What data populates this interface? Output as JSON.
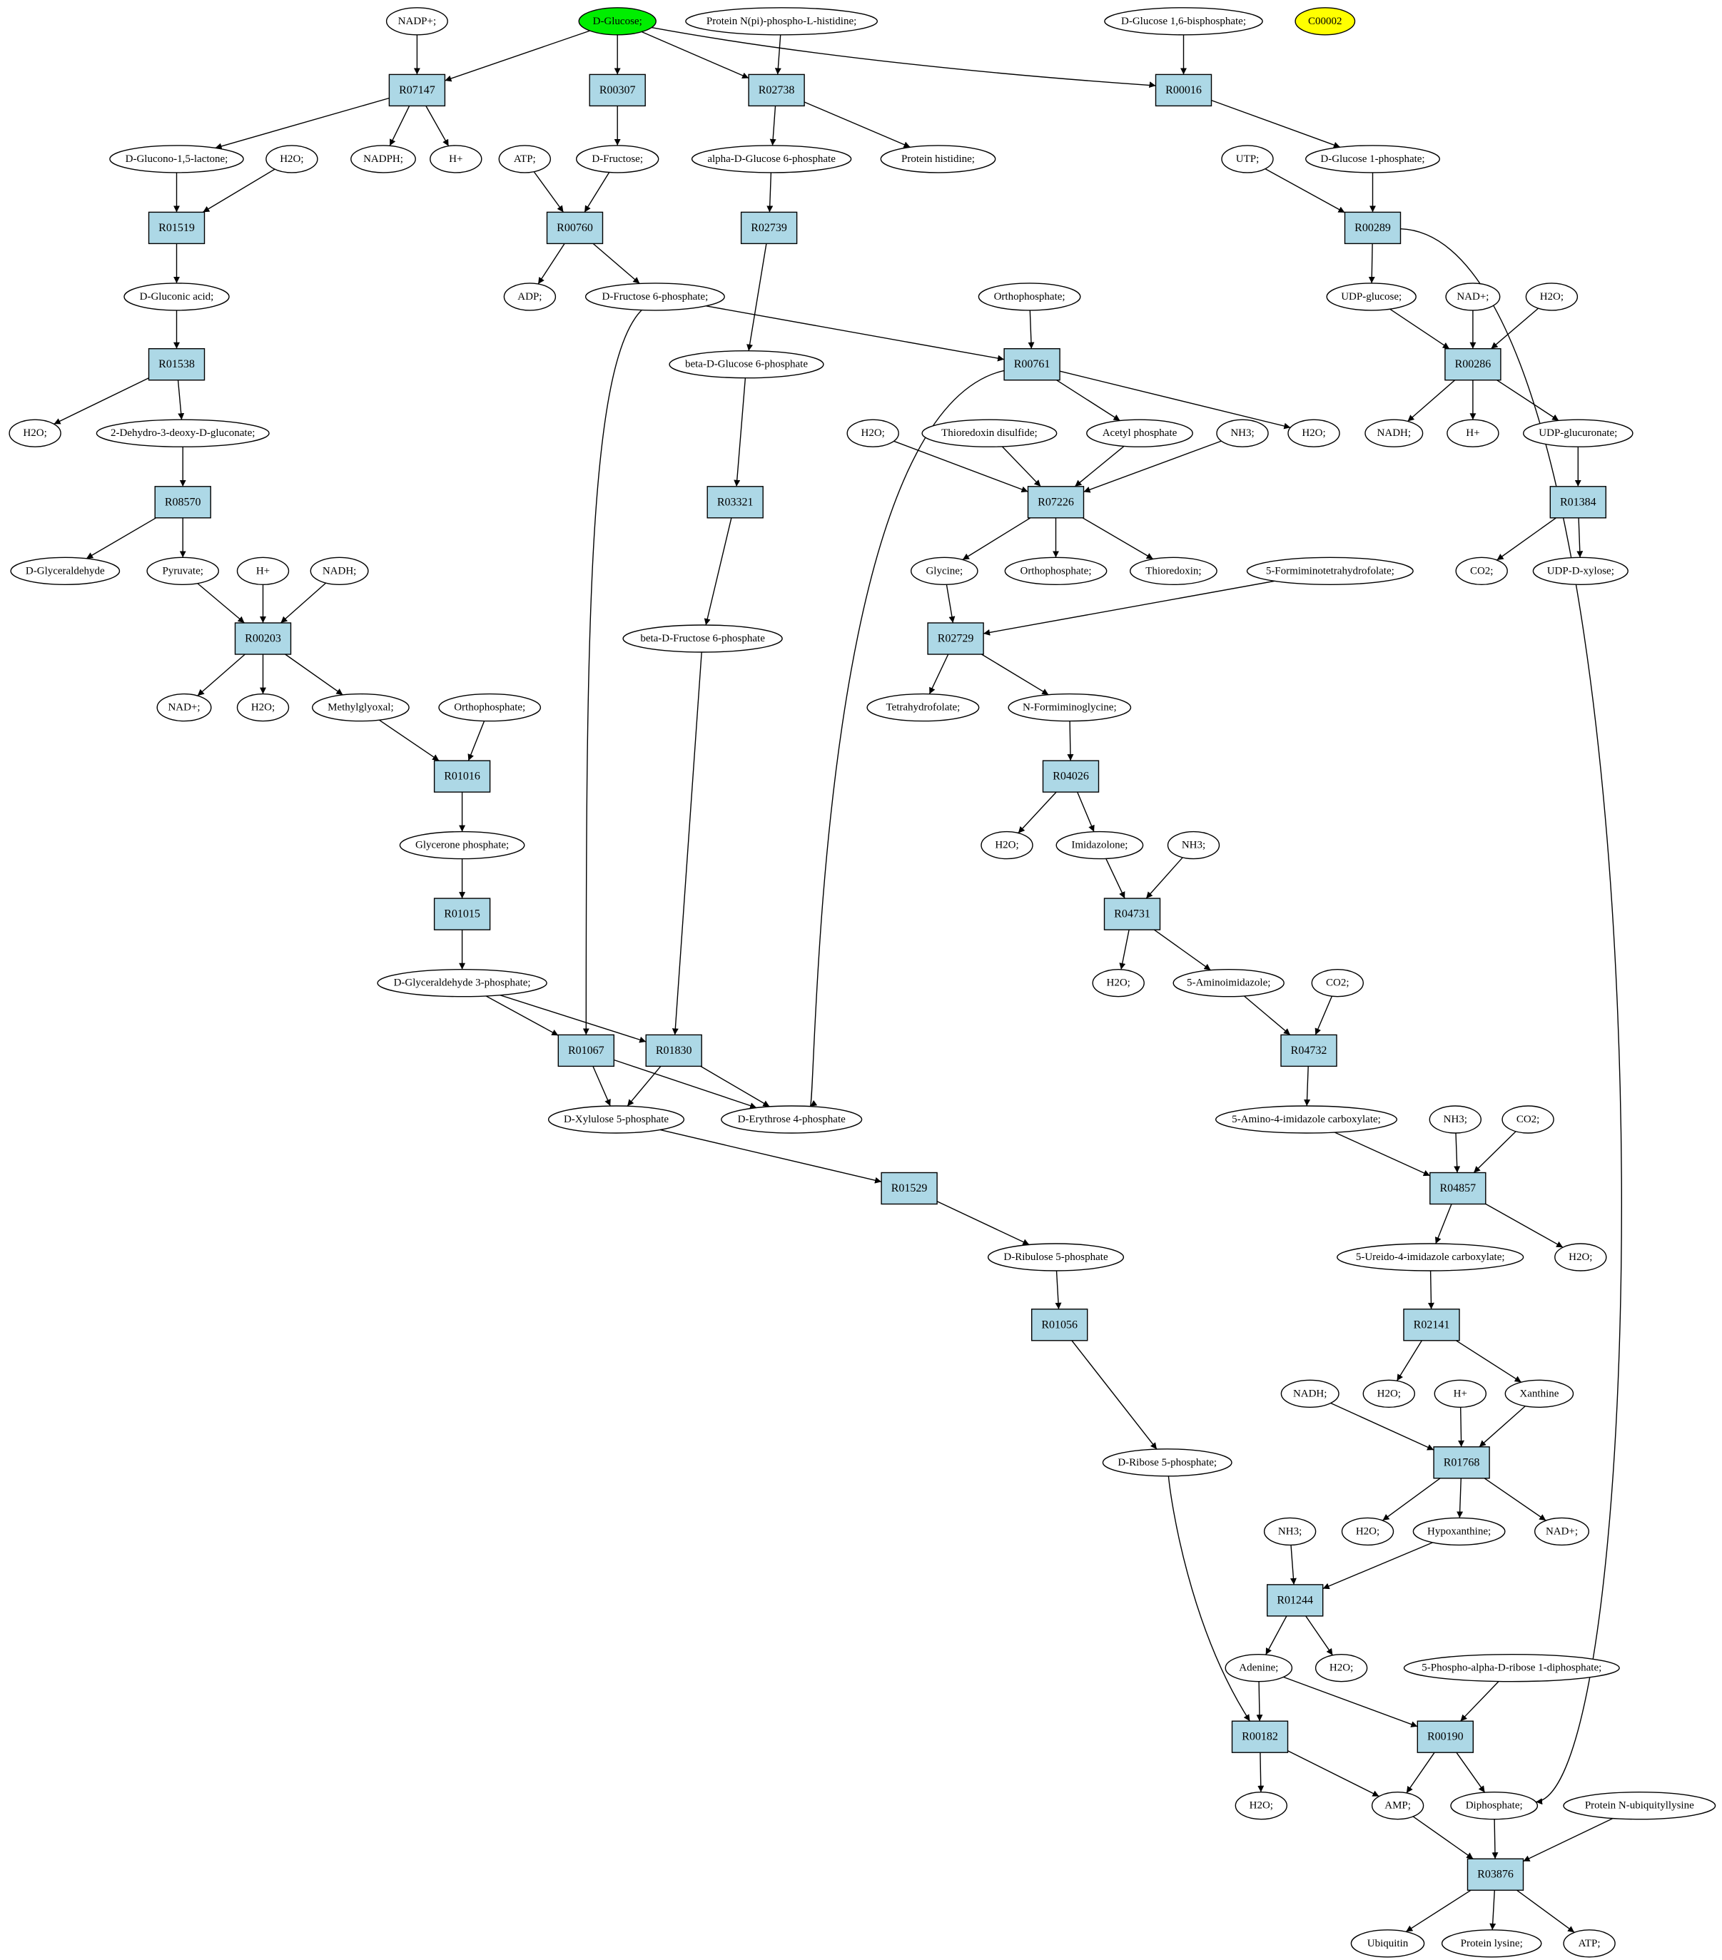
{
  "colors": {
    "start": "#00ee00",
    "highlight": "#ffff00",
    "reaction": "#add8e6",
    "metabolite": "#ffffff",
    "stroke": "#000000"
  },
  "nodes": [
    {
      "id": "m_nadp_top",
      "kind": "metabolite",
      "label": "NADP+;"
    },
    {
      "id": "m_glucose",
      "kind": "metabolite",
      "label": "D-Glucose;",
      "fill": "start"
    },
    {
      "id": "m_protnpi",
      "kind": "metabolite",
      "label": "Protein N(pi)-phospho-L-histidine;"
    },
    {
      "id": "m_g16bp",
      "kind": "metabolite",
      "label": "D-Glucose 1,6-bisphosphate;"
    },
    {
      "id": "m_c00002",
      "kind": "metabolite",
      "label": "C00002",
      "fill": "highlight"
    },
    {
      "id": "r_R07147",
      "kind": "reaction",
      "label": "R07147"
    },
    {
      "id": "r_R00307",
      "kind": "reaction",
      "label": "R00307"
    },
    {
      "id": "r_R02738",
      "kind": "reaction",
      "label": "R02738"
    },
    {
      "id": "r_R00016",
      "kind": "reaction",
      "label": "R00016"
    },
    {
      "id": "m_glucono",
      "kind": "metabolite",
      "label": "D-Glucono-1,5-lactone;"
    },
    {
      "id": "m_h2o_a",
      "kind": "metabolite",
      "label": "H2O;"
    },
    {
      "id": "m_nadph_a",
      "kind": "metabolite",
      "label": "NADPH;"
    },
    {
      "id": "m_h_a",
      "kind": "metabolite",
      "label": "H+"
    },
    {
      "id": "m_atp_a",
      "kind": "metabolite",
      "label": "ATP;"
    },
    {
      "id": "m_fructose",
      "kind": "metabolite",
      "label": "D-Fructose;"
    },
    {
      "id": "m_ag6p",
      "kind": "metabolite",
      "label": "alpha-D-Glucose 6-phosphate"
    },
    {
      "id": "m_prothis",
      "kind": "metabolite",
      "label": "Protein histidine;"
    },
    {
      "id": "m_utp",
      "kind": "metabolite",
      "label": "UTP;"
    },
    {
      "id": "m_g1p",
      "kind": "metabolite",
      "label": "D-Glucose 1-phosphate;"
    },
    {
      "id": "r_R01519",
      "kind": "reaction",
      "label": "R01519"
    },
    {
      "id": "r_R00760",
      "kind": "reaction",
      "label": "R00760"
    },
    {
      "id": "r_R02739",
      "kind": "reaction",
      "label": "R02739"
    },
    {
      "id": "r_R00289",
      "kind": "reaction",
      "label": "R00289"
    },
    {
      "id": "m_gluconic",
      "kind": "metabolite",
      "label": "D-Gluconic acid;"
    },
    {
      "id": "m_adp",
      "kind": "metabolite",
      "label": "ADP;"
    },
    {
      "id": "m_f6p",
      "kind": "metabolite",
      "label": "D-Fructose 6-phosphate;"
    },
    {
      "id": "m_ortho_a",
      "kind": "metabolite",
      "label": "Orthophosphate;"
    },
    {
      "id": "m_udpg",
      "kind": "metabolite",
      "label": "UDP-glucose;"
    },
    {
      "id": "m_nad_a",
      "kind": "metabolite",
      "label": "NAD+;"
    },
    {
      "id": "m_h2o_b",
      "kind": "metabolite",
      "label": "H2O;"
    },
    {
      "id": "r_R01538",
      "kind": "reaction",
      "label": "R01538"
    },
    {
      "id": "m_bg6p",
      "kind": "metabolite",
      "label": "beta-D-Glucose 6-phosphate"
    },
    {
      "id": "r_R00761",
      "kind": "reaction",
      "label": "R00761"
    },
    {
      "id": "r_R00286",
      "kind": "reaction",
      "label": "R00286"
    },
    {
      "id": "m_h2o_c",
      "kind": "metabolite",
      "label": "H2O;"
    },
    {
      "id": "m_kdg",
      "kind": "metabolite",
      "label": "2-Dehydro-3-deoxy-D-gluconate;"
    },
    {
      "id": "m_h2o_d",
      "kind": "metabolite",
      "label": "H2O;"
    },
    {
      "id": "m_trxss",
      "kind": "metabolite",
      "label": "Thioredoxin disulfide;"
    },
    {
      "id": "m_acp",
      "kind": "metabolite",
      "label": "Acetyl phosphate"
    },
    {
      "id": "m_nh3_a",
      "kind": "metabolite",
      "label": "NH3;"
    },
    {
      "id": "m_h2o_e",
      "kind": "metabolite",
      "label": "H2O;"
    },
    {
      "id": "m_nadh_a",
      "kind": "metabolite",
      "label": "NADH;"
    },
    {
      "id": "m_h_b",
      "kind": "metabolite",
      "label": "H+"
    },
    {
      "id": "m_udpgluc",
      "kind": "metabolite",
      "label": "UDP-glucuronate;"
    },
    {
      "id": "r_R08570",
      "kind": "reaction",
      "label": "R08570"
    },
    {
      "id": "r_R03321",
      "kind": "reaction",
      "label": "R03321"
    },
    {
      "id": "r_R07226",
      "kind": "reaction",
      "label": "R07226"
    },
    {
      "id": "r_R01384",
      "kind": "reaction",
      "label": "R01384"
    },
    {
      "id": "m_glyald",
      "kind": "metabolite",
      "label": "D-Glyceraldehyde"
    },
    {
      "id": "m_pyruvate",
      "kind": "metabolite",
      "label": "Pyruvate;"
    },
    {
      "id": "m_h_c",
      "kind": "metabolite",
      "label": "H+"
    },
    {
      "id": "m_nadh_b",
      "kind": "metabolite",
      "label": "NADH;"
    },
    {
      "id": "m_glycine",
      "kind": "metabolite",
      "label": "Glycine;"
    },
    {
      "id": "m_ortho_b",
      "kind": "metabolite",
      "label": "Orthophosphate;"
    },
    {
      "id": "m_trx",
      "kind": "metabolite",
      "label": "Thioredoxin;"
    },
    {
      "id": "m_fthf",
      "kind": "metabolite",
      "label": "5-Formiminotetrahydrofolate;"
    },
    {
      "id": "m_co2_a",
      "kind": "metabolite",
      "label": "CO2;"
    },
    {
      "id": "m_udpxyl",
      "kind": "metabolite",
      "label": "UDP-D-xylose;"
    },
    {
      "id": "r_R00203",
      "kind": "reaction",
      "label": "R00203"
    },
    {
      "id": "m_bf6p",
      "kind": "metabolite",
      "label": "beta-D-Fructose 6-phosphate"
    },
    {
      "id": "r_R02729",
      "kind": "reaction",
      "label": "R02729"
    },
    {
      "id": "m_nad_b",
      "kind": "metabolite",
      "label": "NAD+;"
    },
    {
      "id": "m_h2o_f",
      "kind": "metabolite",
      "label": "H2O;"
    },
    {
      "id": "m_methylglyoxal",
      "kind": "metabolite",
      "label": "Methylglyoxal;"
    },
    {
      "id": "m_ortho_c",
      "kind": "metabolite",
      "label": "Orthophosphate;"
    },
    {
      "id": "m_thf",
      "kind": "metabolite",
      "label": "Tetrahydrofolate;"
    },
    {
      "id": "m_nfg",
      "kind": "metabolite",
      "label": "N-Formiminoglycine;"
    },
    {
      "id": "r_R01016",
      "kind": "reaction",
      "label": "R01016"
    },
    {
      "id": "r_R04026",
      "kind": "reaction",
      "label": "R04026"
    },
    {
      "id": "m_dhap",
      "kind": "metabolite",
      "label": "Glycerone phosphate;"
    },
    {
      "id": "m_h2o_g",
      "kind": "metabolite",
      "label": "H2O;"
    },
    {
      "id": "m_imidazolone",
      "kind": "metabolite",
      "label": "Imidazolone;"
    },
    {
      "id": "m_nh3_b",
      "kind": "metabolite",
      "label": "NH3;"
    },
    {
      "id": "r_R01015",
      "kind": "reaction",
      "label": "R01015"
    },
    {
      "id": "r_R04731",
      "kind": "reaction",
      "label": "R04731"
    },
    {
      "id": "m_g3p",
      "kind": "metabolite",
      "label": "D-Glyceraldehyde 3-phosphate;"
    },
    {
      "id": "m_h2o_h",
      "kind": "metabolite",
      "label": "H2O;"
    },
    {
      "id": "m_aminoimid",
      "kind": "metabolite",
      "label": "5-Aminoimidazole;"
    },
    {
      "id": "m_co2_b",
      "kind": "metabolite",
      "label": "CO2;"
    },
    {
      "id": "r_R01067",
      "kind": "reaction",
      "label": "R01067"
    },
    {
      "id": "r_R01830",
      "kind": "reaction",
      "label": "R01830"
    },
    {
      "id": "r_R04732",
      "kind": "reaction",
      "label": "R04732"
    },
    {
      "id": "m_xu5p",
      "kind": "metabolite",
      "label": "D-Xylulose 5-phosphate"
    },
    {
      "id": "m_e4p",
      "kind": "metabolite",
      "label": "D-Erythrose 4-phosphate"
    },
    {
      "id": "m_aic",
      "kind": "metabolite",
      "label": "5-Amino-4-imidazole carboxylate;"
    },
    {
      "id": "m_nh3_c",
      "kind": "metabolite",
      "label": "NH3;"
    },
    {
      "id": "m_co2_c",
      "kind": "metabolite",
      "label": "CO2;"
    },
    {
      "id": "r_R01529",
      "kind": "reaction",
      "label": "R01529"
    },
    {
      "id": "r_R04857",
      "kind": "reaction",
      "label": "R04857"
    },
    {
      "id": "m_ru5p",
      "kind": "metabolite",
      "label": "D-Ribulose 5-phosphate"
    },
    {
      "id": "m_uic",
      "kind": "metabolite",
      "label": "5-Ureido-4-imidazole carboxylate;"
    },
    {
      "id": "m_h2o_i",
      "kind": "metabolite",
      "label": "H2O;"
    },
    {
      "id": "r_R01056",
      "kind": "reaction",
      "label": "R01056"
    },
    {
      "id": "r_R02141",
      "kind": "reaction",
      "label": "R02141"
    },
    {
      "id": "m_nadh_c",
      "kind": "metabolite",
      "label": "NADH;"
    },
    {
      "id": "m_h2o_j",
      "kind": "metabolite",
      "label": "H2O;"
    },
    {
      "id": "m_h_d",
      "kind": "metabolite",
      "label": "H+"
    },
    {
      "id": "m_xanthine",
      "kind": "metabolite",
      "label": "Xanthine"
    },
    {
      "id": "m_r5p",
      "kind": "metabolite",
      "label": "D-Ribose 5-phosphate;"
    },
    {
      "id": "r_R01768",
      "kind": "reaction",
      "label": "R01768"
    },
    {
      "id": "m_nh3_d",
      "kind": "metabolite",
      "label": "NH3;"
    },
    {
      "id": "m_h2o_k",
      "kind": "metabolite",
      "label": "H2O;"
    },
    {
      "id": "m_hypox",
      "kind": "metabolite",
      "label": "Hypoxanthine;"
    },
    {
      "id": "m_nad_c",
      "kind": "metabolite",
      "label": "NAD+;"
    },
    {
      "id": "r_R01244",
      "kind": "reaction",
      "label": "R01244"
    },
    {
      "id": "m_adenine",
      "kind": "metabolite",
      "label": "Adenine;"
    },
    {
      "id": "m_h2o_l",
      "kind": "metabolite",
      "label": "H2O;"
    },
    {
      "id": "m_prpp",
      "kind": "metabolite",
      "label": "5-Phospho-alpha-D-ribose 1-diphosphate;"
    },
    {
      "id": "r_R00182",
      "kind": "reaction",
      "label": "R00182"
    },
    {
      "id": "r_R00190",
      "kind": "reaction",
      "label": "R00190"
    },
    {
      "id": "m_h2o_m",
      "kind": "metabolite",
      "label": "H2O;"
    },
    {
      "id": "m_amp",
      "kind": "metabolite",
      "label": "AMP;"
    },
    {
      "id": "m_ppi",
      "kind": "metabolite",
      "label": "Diphosphate;"
    },
    {
      "id": "m_protub",
      "kind": "metabolite",
      "label": "Protein N-ubiquityllysine"
    },
    {
      "id": "r_R03876",
      "kind": "reaction",
      "label": "R03876"
    },
    {
      "id": "m_ubiquitin",
      "kind": "metabolite",
      "label": "Ubiquitin"
    },
    {
      "id": "m_protlys",
      "kind": "metabolite",
      "label": "Protein lysine;"
    },
    {
      "id": "m_atp_b",
      "kind": "metabolite",
      "label": "ATP;"
    }
  ],
  "edges": [
    [
      "m_nadp_top",
      "r_R07147"
    ],
    [
      "m_glucose",
      "r_R07147"
    ],
    [
      "m_glucose",
      "r_R00307"
    ],
    [
      "m_glucose",
      "r_R02738"
    ],
    [
      "m_glucose",
      "r_R00016"
    ],
    [
      "m_protnpi",
      "r_R02738"
    ],
    [
      "m_g16bp",
      "r_R00016"
    ],
    [
      "r_R07147",
      "m_glucono"
    ],
    [
      "r_R07147",
      "m_nadph_a"
    ],
    [
      "r_R07147",
      "m_h_a"
    ],
    [
      "r_R00307",
      "m_fructose"
    ],
    [
      "r_R02738",
      "m_ag6p"
    ],
    [
      "r_R02738",
      "m_prothis"
    ],
    [
      "r_R00016",
      "m_g1p"
    ],
    [
      "m_glucono",
      "r_R01519"
    ],
    [
      "m_h2o_a",
      "r_R01519"
    ],
    [
      "r_R01519",
      "m_gluconic"
    ],
    [
      "m_atp_a",
      "r_R00760"
    ],
    [
      "m_fructose",
      "r_R00760"
    ],
    [
      "r_R00760",
      "m_adp"
    ],
    [
      "r_R00760",
      "m_f6p"
    ],
    [
      "m_ag6p",
      "r_R02739"
    ],
    [
      "r_R02739",
      "m_bg6p"
    ],
    [
      "m_utp",
      "r_R00289"
    ],
    [
      "m_g1p",
      "r_R00289"
    ],
    [
      "r_R00289",
      "m_udpg"
    ],
    [
      "r_R00289",
      "m_ppi"
    ],
    [
      "m_gluconic",
      "r_R01538"
    ],
    [
      "r_R01538",
      "m_h2o_c"
    ],
    [
      "r_R01538",
      "m_kdg"
    ],
    [
      "m_f6p",
      "r_R00761"
    ],
    [
      "m_ortho_a",
      "r_R00761"
    ],
    [
      "r_R00761",
      "m_acp"
    ],
    [
      "r_R00761",
      "m_h2o_e"
    ],
    [
      "r_R00761",
      "m_e4p"
    ],
    [
      "m_f6p",
      "r_R01067"
    ],
    [
      "m_udpg",
      "r_R00286"
    ],
    [
      "m_nad_a",
      "r_R00286"
    ],
    [
      "m_h2o_b",
      "r_R00286"
    ],
    [
      "r_R00286",
      "m_nadh_a"
    ],
    [
      "r_R00286",
      "m_h_b"
    ],
    [
      "r_R00286",
      "m_udpgluc"
    ],
    [
      "m_kdg",
      "r_R08570"
    ],
    [
      "r_R08570",
      "m_glyald"
    ],
    [
      "r_R08570",
      "m_pyruvate"
    ],
    [
      "m_bg6p",
      "r_R03321"
    ],
    [
      "r_R03321",
      "m_bf6p"
    ],
    [
      "m_h2o_d",
      "r_R07226"
    ],
    [
      "m_trxss",
      "r_R07226"
    ],
    [
      "m_acp",
      "r_R07226"
    ],
    [
      "m_nh3_a",
      "r_R07226"
    ],
    [
      "r_R07226",
      "m_glycine"
    ],
    [
      "r_R07226",
      "m_ortho_b"
    ],
    [
      "r_R07226",
      "m_trx"
    ],
    [
      "m_udpgluc",
      "r_R01384"
    ],
    [
      "r_R01384",
      "m_co2_a"
    ],
    [
      "r_R01384",
      "m_udpxyl"
    ],
    [
      "m_pyruvate",
      "r_R00203"
    ],
    [
      "m_h_c",
      "r_R00203"
    ],
    [
      "m_nadh_b",
      "r_R00203"
    ],
    [
      "r_R00203",
      "m_nad_b"
    ],
    [
      "r_R00203",
      "m_h2o_f"
    ],
    [
      "r_R00203",
      "m_methylglyoxal"
    ],
    [
      "m_glycine",
      "r_R02729"
    ],
    [
      "m_fthf",
      "r_R02729"
    ],
    [
      "r_R02729",
      "m_thf"
    ],
    [
      "r_R02729",
      "m_nfg"
    ],
    [
      "m_bf6p",
      "r_R01830"
    ],
    [
      "m_methylglyoxal",
      "r_R01016"
    ],
    [
      "m_ortho_c",
      "r_R01016"
    ],
    [
      "r_R01016",
      "m_dhap"
    ],
    [
      "m_nfg",
      "r_R04026"
    ],
    [
      "r_R04026",
      "m_h2o_g"
    ],
    [
      "r_R04026",
      "m_imidazolone"
    ],
    [
      "m_dhap",
      "r_R01015"
    ],
    [
      "r_R01015",
      "m_g3p"
    ],
    [
      "m_imidazolone",
      "r_R04731"
    ],
    [
      "m_nh3_b",
      "r_R04731"
    ],
    [
      "r_R04731",
      "m_h2o_h"
    ],
    [
      "r_R04731",
      "m_aminoimid"
    ],
    [
      "m_g3p",
      "r_R01067"
    ],
    [
      "m_g3p",
      "r_R01830"
    ],
    [
      "r_R01067",
      "m_xu5p"
    ],
    [
      "r_R01067",
      "m_e4p"
    ],
    [
      "r_R01830",
      "m_xu5p"
    ],
    [
      "r_R01830",
      "m_e4p"
    ],
    [
      "m_aminoimid",
      "r_R04732"
    ],
    [
      "m_co2_b",
      "r_R04732"
    ],
    [
      "r_R04732",
      "m_aic"
    ],
    [
      "m_xu5p",
      "r_R01529"
    ],
    [
      "r_R01529",
      "m_ru5p"
    ],
    [
      "m_aic",
      "r_R04857"
    ],
    [
      "m_nh3_c",
      "r_R04857"
    ],
    [
      "m_co2_c",
      "r_R04857"
    ],
    [
      "r_R04857",
      "m_uic"
    ],
    [
      "r_R04857",
      "m_h2o_i"
    ],
    [
      "m_ru5p",
      "r_R01056"
    ],
    [
      "r_R01056",
      "m_r5p"
    ],
    [
      "m_uic",
      "r_R02141"
    ],
    [
      "r_R02141",
      "m_h2o_j"
    ],
    [
      "r_R02141",
      "m_xanthine"
    ],
    [
      "m_nadh_c",
      "r_R01768"
    ],
    [
      "m_h_d",
      "r_R01768"
    ],
    [
      "m_xanthine",
      "r_R01768"
    ],
    [
      "r_R01768",
      "m_h2o_k"
    ],
    [
      "r_R01768",
      "m_hypox"
    ],
    [
      "r_R01768",
      "m_nad_c"
    ],
    [
      "m_nh3_d",
      "r_R01244"
    ],
    [
      "m_hypox",
      "r_R01244"
    ],
    [
      "r_R01244",
      "m_adenine"
    ],
    [
      "r_R01244",
      "m_h2o_l"
    ],
    [
      "m_r5p",
      "r_R00182"
    ],
    [
      "m_adenine",
      "r_R00182"
    ],
    [
      "r_R00182",
      "m_h2o_m"
    ],
    [
      "r_R00182",
      "m_amp"
    ],
    [
      "m_adenine",
      "r_R00190"
    ],
    [
      "m_prpp",
      "r_R00190"
    ],
    [
      "r_R00190",
      "m_amp"
    ],
    [
      "r_R00190",
      "m_ppi"
    ],
    [
      "m_amp",
      "r_R03876"
    ],
    [
      "m_ppi",
      "r_R03876"
    ],
    [
      "m_protub",
      "r_R03876"
    ],
    [
      "r_R03876",
      "m_ubiquitin"
    ],
    [
      "r_R03876",
      "m_protlys"
    ],
    [
      "r_R03876",
      "m_atp_b"
    ]
  ]
}
